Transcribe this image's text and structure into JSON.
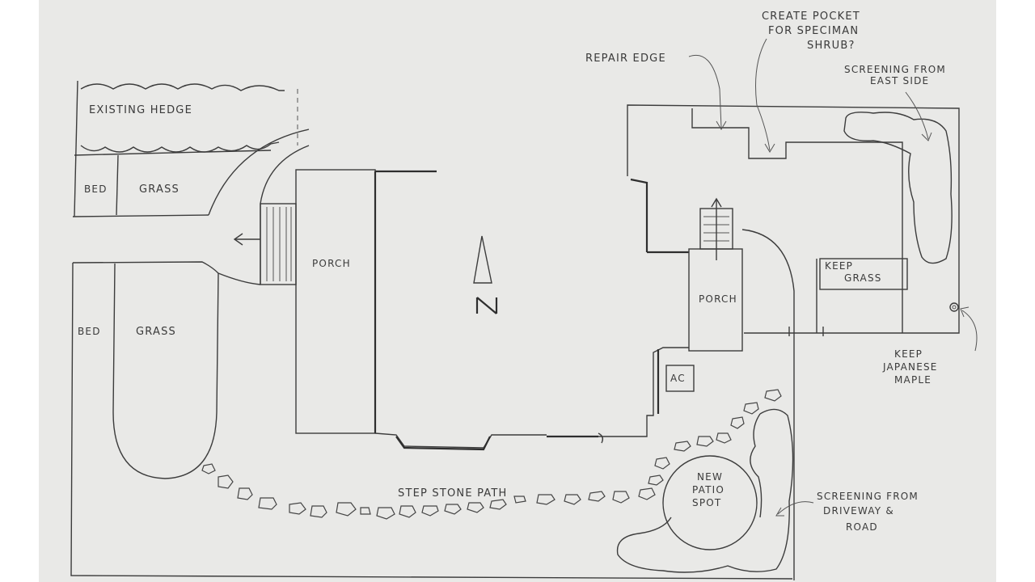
{
  "labels": {
    "existing_hedge": "EXISTING HEDGE",
    "bed_top": "BED",
    "grass_top": "GRASS",
    "porch_left": "PORCH",
    "bed_left": "BED",
    "grass_left": "GRASS",
    "north": "N",
    "porch_right": "PORCH",
    "ac": "AC",
    "keep_grass_1": "KEEP",
    "keep_grass_2": "GRASS",
    "repair_edge": "REPAIR EDGE",
    "create_pocket_1": "CREATE POCKET",
    "create_pocket_2": "FOR SPECIMAN",
    "create_pocket_3": "SHRUB?",
    "screening_east_1": "SCREENING FROM",
    "screening_east_2": "EAST SIDE",
    "keep_maple_1": "KEEP",
    "keep_maple_2": "JAPANESE",
    "keep_maple_3": "MAPLE",
    "step_stone_path": "STEP STONE PATH",
    "new_patio_1": "NEW",
    "new_patio_2": "PATIO",
    "new_patio_3": "SPOT",
    "screening_drive_1": "SCREENING FROM",
    "screening_drive_2": "DRIVEWAY &",
    "screening_drive_3": "ROAD"
  },
  "colors": {
    "paper": "#e9e9e7",
    "pencil": "#3c3c3c"
  }
}
